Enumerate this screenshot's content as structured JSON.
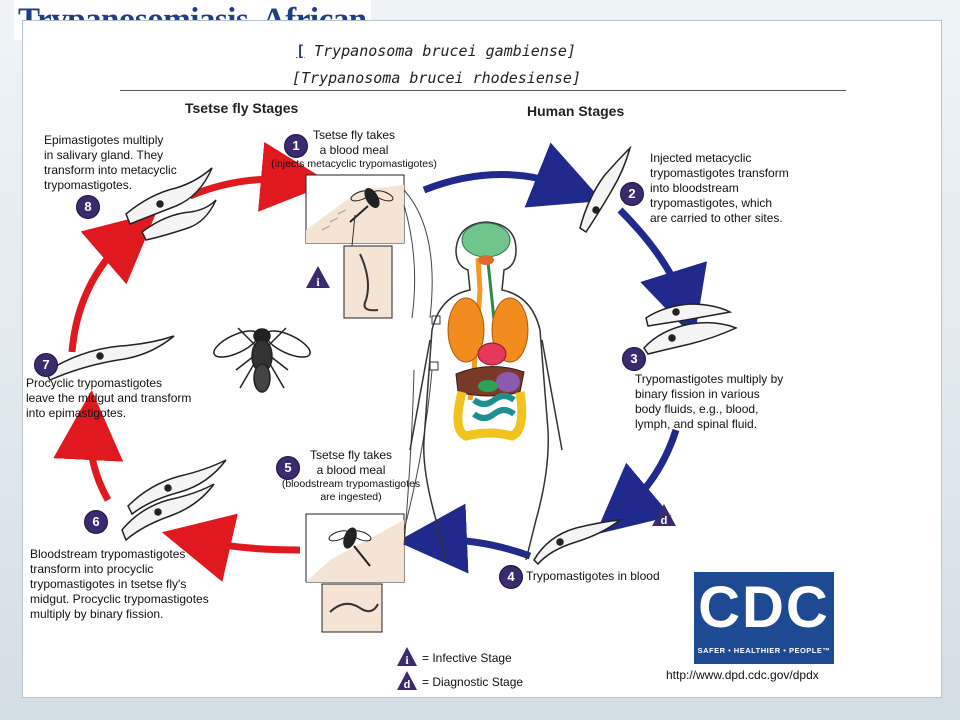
{
  "title": "Trypanosomiasis, African",
  "subtitle": {
    "lead_bracket": "[",
    "line1_rest": " Trypanosoma brucei gambiense]",
    "line2": "[Trypanosoma brucei rhodesiense]"
  },
  "headers": {
    "tsetse": "Tsetse fly Stages",
    "human": "Human Stages"
  },
  "steps": [
    {
      "number": "1",
      "lines": [
        "Tsetse fly takes",
        "a blood meal"
      ],
      "note": "(injects metacyclic trypomastigotes)"
    },
    {
      "number": "2",
      "lines": [
        "Injected metacyclic",
        "trypomastigotes transform",
        "into bloodstream",
        "trypomastigotes, which",
        "are carried to other sites."
      ]
    },
    {
      "number": "3",
      "lines": [
        "Trypomastigotes multiply by",
        "binary fission in various",
        "body fluids, e.g., blood,",
        "lymph, and spinal fluid."
      ]
    },
    {
      "number": "4",
      "lines": [
        "Trypomastigotes in blood"
      ]
    },
    {
      "number": "5",
      "lines": [
        "Tsetse fly takes",
        "a blood meal"
      ],
      "note_lines": [
        "(bloodstream trypomastigotes",
        "are ingested)"
      ]
    },
    {
      "number": "6",
      "lines": [
        "Bloodstream trypomastigotes",
        "transform into procyclic",
        "trypomastigotes in tsetse fly's",
        "midgut. Procyclic trypomastigotes",
        "multiply by binary fission."
      ]
    },
    {
      "number": "7",
      "lines": [
        "Procyclic trypomastigotes",
        "leave the midgut and transform",
        "into epimastigotes."
      ]
    },
    {
      "number": "8",
      "lines": [
        "Epimastigotes multiply",
        "in salivary gland. They",
        "transform into metacyclic",
        "trypomastigotes."
      ]
    }
  ],
  "legend": {
    "infective_symbol": "i",
    "infective_label": "= Infective Stage",
    "diagnostic_symbol": "d",
    "diagnostic_label": "= Diagnostic Stage"
  },
  "cdc": {
    "logo_text": "CDC",
    "slogan": "SAFER • HEALTHIER • PEOPLE™",
    "url": "http://www.dpd.cdc.gov/dpdx"
  },
  "colors": {
    "title": "#1d3f86",
    "human_arrows": "#1f2a8c",
    "tsetse_arrows": "#e0191f",
    "badge": "#3a2a6e"
  }
}
